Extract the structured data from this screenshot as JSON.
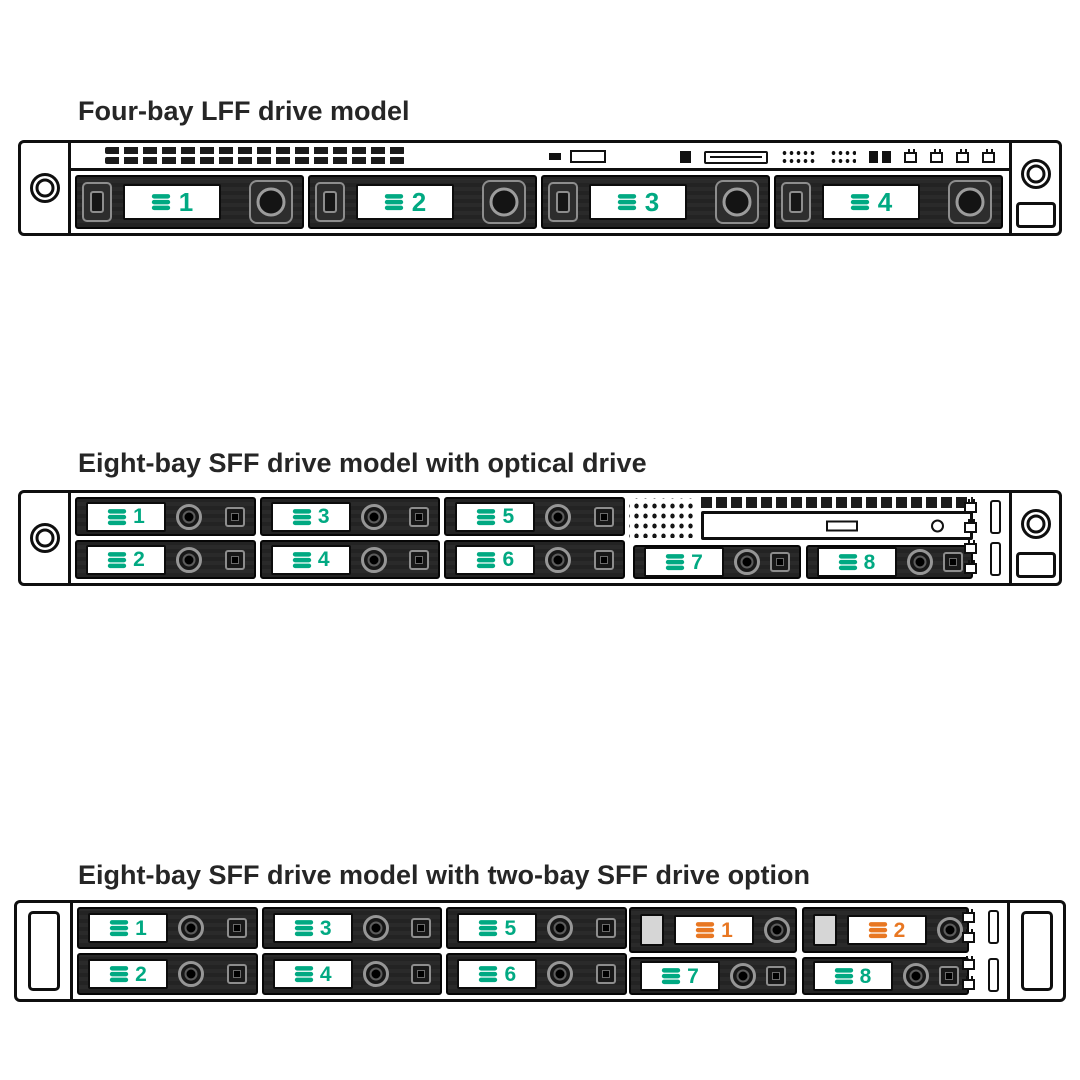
{
  "colors": {
    "green": "#01a982",
    "orange": "#e87722"
  },
  "sections": [
    {
      "id": "lff-4",
      "title": "Four-bay LFF drive model",
      "drives": [
        {
          "label": "1",
          "color": "green"
        },
        {
          "label": "2",
          "color": "green"
        },
        {
          "label": "3",
          "color": "green"
        },
        {
          "label": "4",
          "color": "green"
        }
      ]
    },
    {
      "id": "sff-8-optical",
      "title": "Eight-bay SFF drive model with optical drive",
      "grid_drives": [
        {
          "label": "1",
          "color": "green"
        },
        {
          "label": "3",
          "color": "green"
        },
        {
          "label": "5",
          "color": "green"
        },
        {
          "label": "2",
          "color": "green"
        },
        {
          "label": "4",
          "color": "green"
        },
        {
          "label": "6",
          "color": "green"
        }
      ],
      "right_bottom_drives": [
        {
          "label": "7",
          "color": "green"
        },
        {
          "label": "8",
          "color": "green"
        }
      ]
    },
    {
      "id": "sff-8-two-bay",
      "title": "Eight-bay SFF drive model with two-bay SFF drive option",
      "grid_drives": [
        {
          "label": "1",
          "color": "green"
        },
        {
          "label": "3",
          "color": "green"
        },
        {
          "label": "5",
          "color": "green"
        },
        {
          "label": "2",
          "color": "green"
        },
        {
          "label": "4",
          "color": "green"
        },
        {
          "label": "6",
          "color": "green"
        }
      ],
      "right_top_drives": [
        {
          "label": "1",
          "color": "orange",
          "cap": true
        },
        {
          "label": "2",
          "color": "orange",
          "cap": true
        }
      ],
      "right_bottom_drives": [
        {
          "label": "7",
          "color": "green"
        },
        {
          "label": "8",
          "color": "green"
        }
      ]
    }
  ]
}
